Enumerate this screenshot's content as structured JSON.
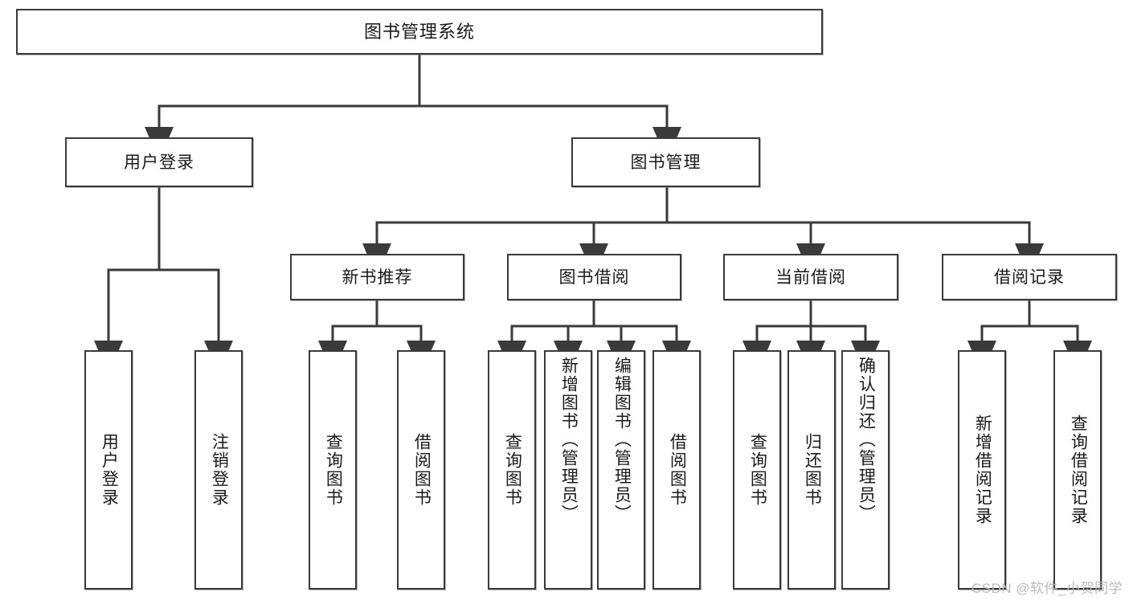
{
  "diagram": {
    "type": "hierarchy-tree",
    "title": "图书管理系统",
    "watermark": "CSDN @软件_小贺同学",
    "colors": {
      "box_border": "#3a3a3a",
      "box_fill": "#ffffff",
      "connector": "#3a3a3a",
      "text": "#1a1a1a",
      "watermark": "#b9b9b9"
    },
    "nodes": {
      "root": {
        "label": "图书管理系统"
      },
      "level2": [
        {
          "label": "用户登录"
        },
        {
          "label": "图书管理"
        }
      ],
      "level3": [
        {
          "label": "新书推荐"
        },
        {
          "label": "图书借阅"
        },
        {
          "label": "当前借阅"
        },
        {
          "label": "借阅记录"
        }
      ],
      "leaves": {
        "user_login": [
          {
            "label": "用户登录"
          },
          {
            "label": "注销登录"
          }
        ],
        "new_book_recommend": [
          {
            "label": "查询图书"
          },
          {
            "label": "借阅图书"
          }
        ],
        "book_borrow": [
          {
            "label": "查询图书"
          },
          {
            "label": "新增图书（管理员）"
          },
          {
            "label": "编辑图书（管理员）"
          },
          {
            "label": "借阅图书"
          }
        ],
        "current_borrow": [
          {
            "label": "查询图书"
          },
          {
            "label": "归还图书"
          },
          {
            "label": "确认归还（管理员）"
          }
        ],
        "borrow_record": [
          {
            "label": "新增借阅记录"
          },
          {
            "label": "查询借阅记录"
          }
        ]
      }
    }
  }
}
